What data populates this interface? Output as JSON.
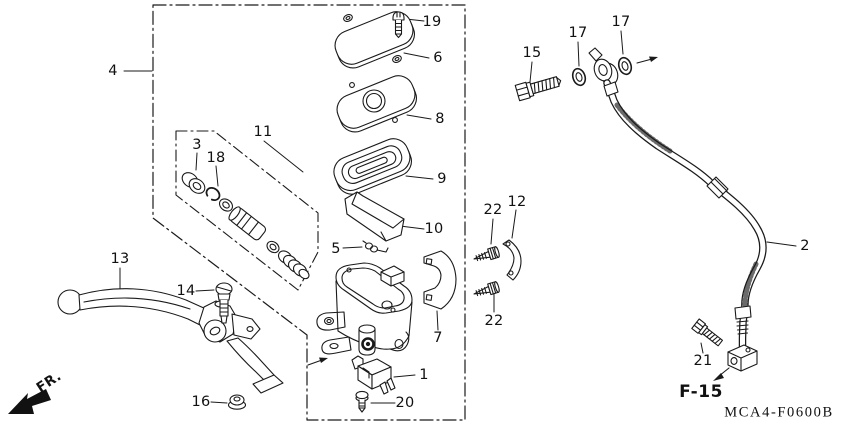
{
  "figure": {
    "ref_code": "F-15",
    "catalog_code": "MCA4-F0600B",
    "direction_label": "FR."
  },
  "part_labels": [
    {
      "part": "4"
    },
    {
      "part": "19"
    },
    {
      "part": "6"
    },
    {
      "part": "8"
    },
    {
      "part": "9"
    },
    {
      "part": "10"
    },
    {
      "part": "5"
    },
    {
      "part": "11"
    },
    {
      "part": "3"
    },
    {
      "part": "18"
    },
    {
      "part": "13"
    },
    {
      "part": "14"
    },
    {
      "part": "16"
    },
    {
      "part": "1"
    },
    {
      "part": "20"
    },
    {
      "part": "7"
    },
    {
      "part": "22"
    },
    {
      "part": "12"
    },
    {
      "part": "22"
    },
    {
      "part": "15"
    },
    {
      "part": "17"
    },
    {
      "part": "17"
    },
    {
      "part": "2"
    },
    {
      "part": "21"
    }
  ]
}
